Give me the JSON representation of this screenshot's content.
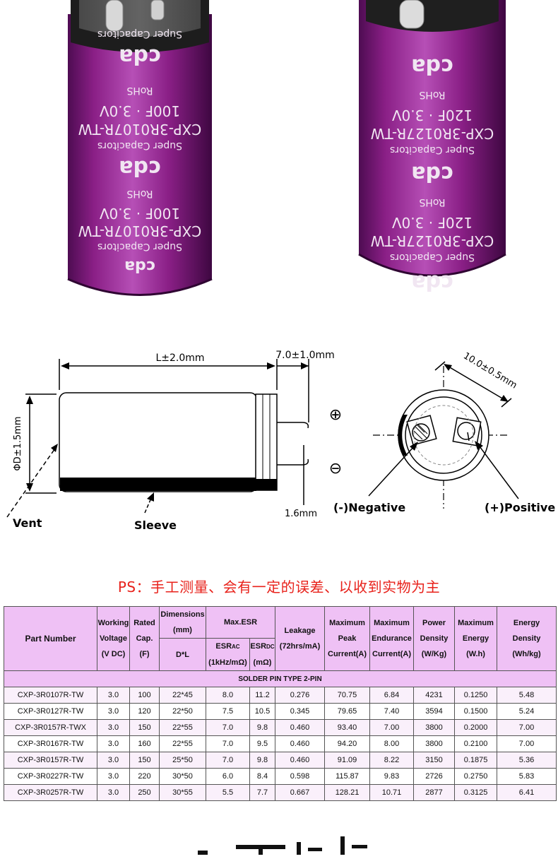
{
  "photo": {
    "left_cap": {
      "brand": "cda",
      "series": "Super Capacitors",
      "model": "CXP-3R0107R-TW",
      "rating": "100F · 3.0V",
      "rohs": "RoHS"
    },
    "right_cap": {
      "brand": "cda",
      "series": "Super Capacitors",
      "model": "CXP-3R0127R-TW",
      "rating": "120F · 3.0V",
      "rohs": "RoHS"
    },
    "sleeve_color": "#8a1f86"
  },
  "drawing": {
    "length_dim": "L±2.0mm",
    "pin_dim": "7.0±1.0mm",
    "diameter_dim": "ΦD±1.5mm",
    "pin_dia": "1.6mm",
    "pitch_dim": "10.0±0.5mm",
    "plus_symbol": "⊕",
    "minus_symbol": "⊖",
    "vent": "Vent",
    "sleeve": "Sleeve",
    "negative": "(-)Negative",
    "positive": "(+)Positive"
  },
  "note": "PS：手工测量、会有一定的误差、以收到实物为主",
  "table": {
    "headers": {
      "part_number": "Part Number",
      "working_voltage": [
        "Working",
        "Voltage",
        "(V DC)"
      ],
      "rated_cap": [
        "Rated",
        "Cap.",
        "(F)"
      ],
      "dimensions": [
        "Dimensions",
        "(mm)"
      ],
      "dimensions_sub": "D*L",
      "max_esr": "Max.ESR",
      "esr_ac": [
        "ESR",
        "AC",
        "(1kHz/mΩ)"
      ],
      "esr_dc": [
        "ESR",
        "DC",
        "(mΩ)"
      ],
      "leakage": [
        "Leakage",
        "(72hrs/mA)"
      ],
      "max_peak_current": [
        "Maximum",
        "Peak",
        "Current(A)"
      ],
      "max_endurance_current": [
        "Maximum",
        "Endurance",
        "Current(A)"
      ],
      "power_density": [
        "Power",
        "Density",
        "(W/Kg)"
      ],
      "max_energy": [
        "Maximum",
        "Energy",
        "(W.h)"
      ],
      "energy_density": [
        "Energy",
        "Density",
        "(Wh/kg)"
      ]
    },
    "group_label": "SOLDER PIN TYPE 2-PIN",
    "rows": [
      [
        "CXP-3R0107R-TW",
        "3.0",
        "100",
        "22*45",
        "8.0",
        "11.2",
        "0.276",
        "70.75",
        "6.84",
        "4231",
        "0.1250",
        "5.48"
      ],
      [
        "CXP-3R0127R-TW",
        "3.0",
        "120",
        "22*50",
        "7.5",
        "10.5",
        "0.345",
        "79.65",
        "7.40",
        "3594",
        "0.1500",
        "5.24"
      ],
      [
        "CXP-3R0157R-TWX",
        "3.0",
        "150",
        "22*55",
        "7.0",
        "9.8",
        "0.460",
        "93.40",
        "7.00",
        "3800",
        "0.2000",
        "7.00"
      ],
      [
        "CXP-3R0167R-TW",
        "3.0",
        "160",
        "22*55",
        "7.0",
        "9.5",
        "0.460",
        "94.20",
        "8.00",
        "3800",
        "0.2100",
        "7.00"
      ],
      [
        "CXP-3R0157R-TW",
        "3.0",
        "150",
        "25*50",
        "7.0",
        "9.8",
        "0.460",
        "91.09",
        "8.22",
        "3150",
        "0.1875",
        "5.36"
      ],
      [
        "CXP-3R0227R-TW",
        "3.0",
        "220",
        "30*50",
        "6.0",
        "8.4",
        "0.598",
        "115.87",
        "9.83",
        "2726",
        "0.2750",
        "5.83"
      ],
      [
        "CXP-3R0257R-TW",
        "3.0",
        "250",
        "30*55",
        "5.5",
        "7.7",
        "0.667",
        "128.21",
        "10.71",
        "2877",
        "0.3125",
        "6.41"
      ]
    ]
  }
}
